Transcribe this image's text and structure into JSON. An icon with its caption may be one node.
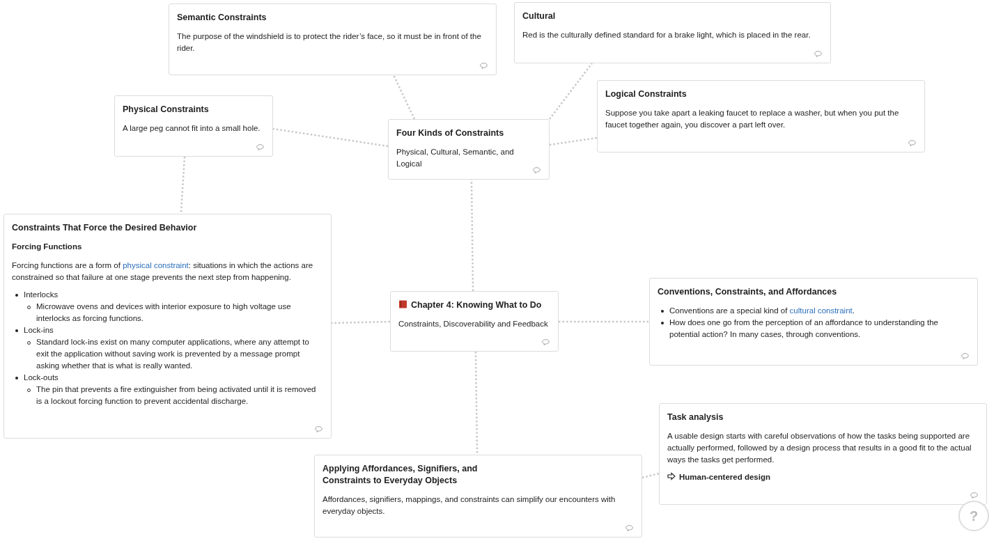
{
  "diagram": {
    "nodes": [
      {
        "text": [
          "Semantic Constraints",
          "The purpose of the windshield is to protect the rider’s face, so it must be in front of the rider."
        ]
      },
      {
        "text": [
          "Cultural",
          "Red is the culturally defined standard for a brake light, which is placed in the rear."
        ]
      },
      {
        "text": [
          "Physical Constraints",
          "A large peg cannot fit into a small hole."
        ]
      },
      {
        "text": [
          "Four Kinds of Constraints",
          "Physical, Cultural, Semantic, and Logical"
        ]
      },
      {
        "text": [
          "Logical Constraints",
          "Suppose you take apart a leaking faucet to replace a washer, but when you put the faucet together again, you discover a part left over."
        ]
      },
      {
        "text": [
          "Constraints That Force the Desired Behavior",
          "Forcing Functions",
          "Forcing functions are a form of physical constraint: situations in which the actions are constrained so that failure at one stage prevents the next step from happening.",
          "Interlocks",
          "Microwave ovens and devices with interior exposure to high voltage use interlocks as forcing functions.",
          "Lock-ins",
          "Standard lock-ins exist on many computer applications, where any attempt to exit the application without saving work is prevented by a message prompt asking whether that is what is really wanted.",
          "Lock-outs",
          "The pin that prevents a fire extinguisher from being activated until it is removed is a lockout forcing function to prevent accidental discharge."
        ]
      },
      {
        "text": [
          "Chapter 4: Knowing What to Do",
          "Constraints, Discoverability and Feedback"
        ]
      },
      {
        "text": [
          "Conventions, Constraints, and Affordances",
          "Conventions are a special kind of cultural constraint.",
          "How does one go from the perception of an affordance to understanding the potential action? In many cases, through conventions."
        ]
      },
      {
        "text": [
          "Task analysis",
          "A usable design starts with careful observations of how the tasks being supported are actually performed, followed by a design process that results in a good fit to the actual ways the tasks get performed.",
          "Human-centered design"
        ]
      },
      {
        "text": [
          "Applying Affordances, Signifiers, and Constraints to Everyday Objects",
          "Affordances, signifiers, mappings, and constraints can simplify our encounters with everyday objects."
        ]
      }
    ],
    "edges": [
      {
        "from": 3,
        "to": 0,
        "arrow": "none",
        "style": "dashed"
      },
      {
        "from": 3,
        "to": 1,
        "arrow": "none",
        "style": "dashed"
      },
      {
        "from": 3,
        "to": 2,
        "arrow": "none",
        "style": "dashed"
      },
      {
        "from": 3,
        "to": 4,
        "arrow": "none",
        "style": "dashed"
      },
      {
        "from": 2,
        "to": 5,
        "arrow": "none",
        "style": "dashed"
      },
      {
        "from": 6,
        "to": 3,
        "arrow": "none",
        "style": "dashed"
      },
      {
        "from": 6,
        "to": 5,
        "arrow": "none",
        "style": "dashed"
      },
      {
        "from": 6,
        "to": 7,
        "arrow": "none",
        "style": "dashed"
      },
      {
        "from": 6,
        "to": 9,
        "arrow": "none",
        "style": "dashed"
      },
      {
        "from": 9,
        "to": 8,
        "arrow": "none",
        "style": "dashed"
      }
    ],
    "labels": [
      "?"
    ]
  }
}
